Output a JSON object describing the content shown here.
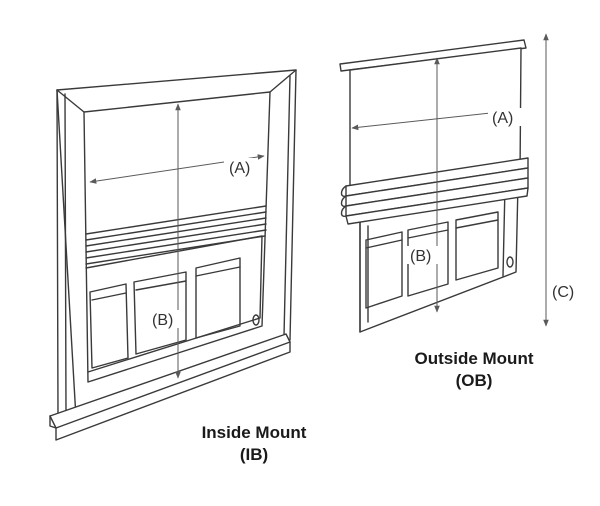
{
  "inside_mount": {
    "caption_line1": "Inside Mount",
    "caption_line2": "(IB)",
    "label_width": "(A)",
    "label_height": "(B)"
  },
  "outside_mount": {
    "caption_line1": "Outside Mount",
    "caption_line2": "(OB)",
    "label_width": "(A)",
    "label_height": "(B)",
    "label_projection": "(C)"
  },
  "colors": {
    "line": "#3a3a3a",
    "text": "#1a1a1a",
    "background": "#ffffff"
  }
}
